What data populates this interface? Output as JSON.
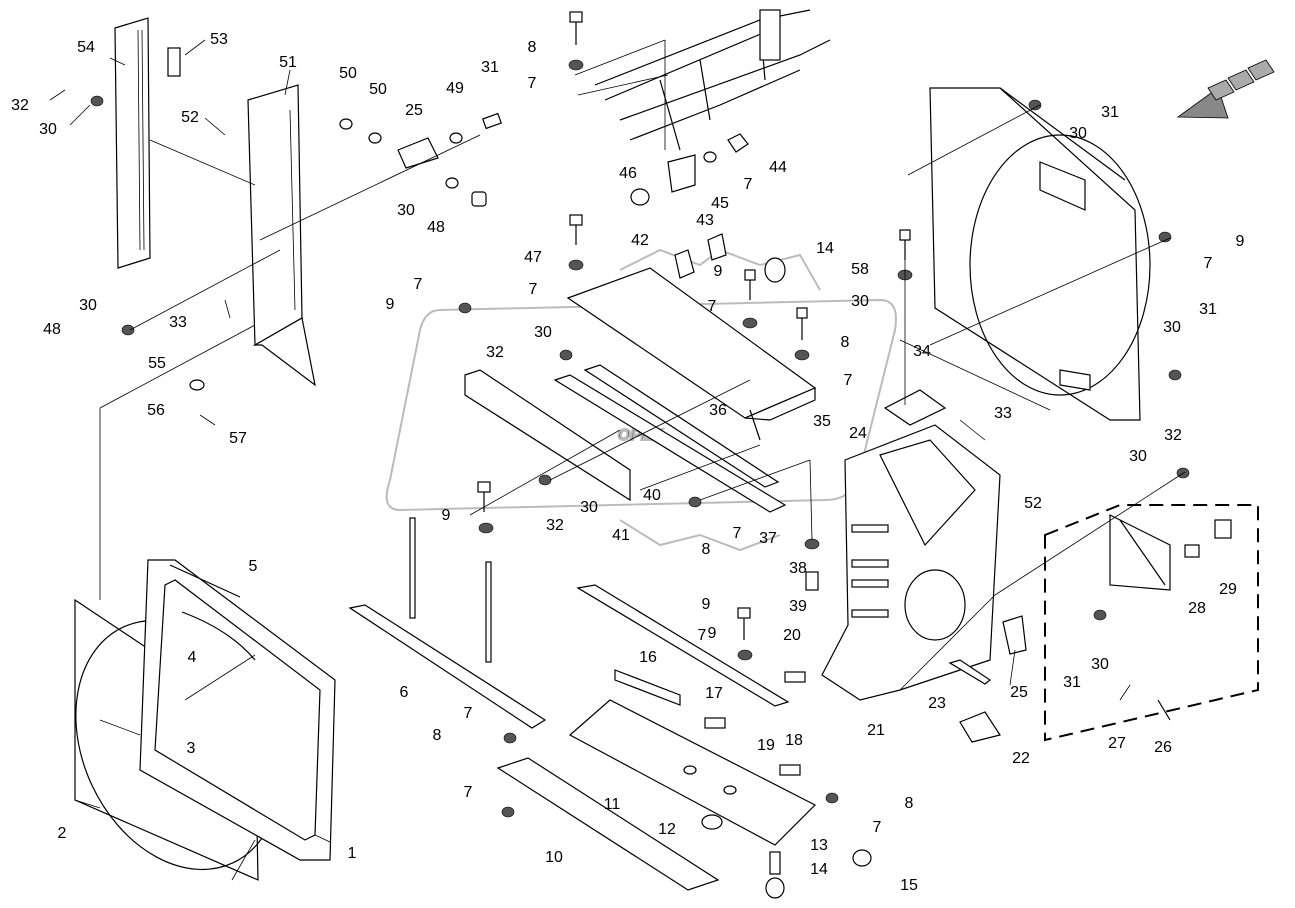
{
  "diagram": {
    "watermark": "OPEX",
    "callouts": [
      {
        "id": "c54",
        "text": "54"
      },
      {
        "id": "c53",
        "text": "53"
      },
      {
        "id": "c32a",
        "text": "32"
      },
      {
        "id": "c30a",
        "text": "30"
      },
      {
        "id": "c52a",
        "text": "52"
      },
      {
        "id": "c51",
        "text": "51"
      },
      {
        "id": "c50a",
        "text": "50"
      },
      {
        "id": "c50b",
        "text": "50"
      },
      {
        "id": "c25a",
        "text": "25"
      },
      {
        "id": "c49",
        "text": "49"
      },
      {
        "id": "c31a",
        "text": "31"
      },
      {
        "id": "c30b",
        "text": "30"
      },
      {
        "id": "c48a",
        "text": "48"
      },
      {
        "id": "c8a",
        "text": "8"
      },
      {
        "id": "c7a",
        "text": "7"
      },
      {
        "id": "c46",
        "text": "46"
      },
      {
        "id": "c45",
        "text": "45"
      },
      {
        "id": "c44",
        "text": "44"
      },
      {
        "id": "c7b",
        "text": "7"
      },
      {
        "id": "c31b",
        "text": "31"
      },
      {
        "id": "c30c",
        "text": "30"
      },
      {
        "id": "c9a",
        "text": "9"
      },
      {
        "id": "c7c",
        "text": "7"
      },
      {
        "id": "c31c",
        "text": "31"
      },
      {
        "id": "c30d",
        "text": "30"
      },
      {
        "id": "c47",
        "text": "47"
      },
      {
        "id": "c7d",
        "text": "7"
      },
      {
        "id": "c43",
        "text": "43"
      },
      {
        "id": "c42",
        "text": "42"
      },
      {
        "id": "c14a",
        "text": "14"
      },
      {
        "id": "c9b",
        "text": "9"
      },
      {
        "id": "c58",
        "text": "58"
      },
      {
        "id": "c30e",
        "text": "30"
      },
      {
        "id": "c7e",
        "text": "7"
      },
      {
        "id": "c9c",
        "text": "9"
      },
      {
        "id": "c7f",
        "text": "7"
      },
      {
        "id": "c8b",
        "text": "8"
      },
      {
        "id": "c30f",
        "text": "30"
      },
      {
        "id": "c32b",
        "text": "32"
      },
      {
        "id": "c7g",
        "text": "7"
      },
      {
        "id": "c35",
        "text": "35"
      },
      {
        "id": "c36",
        "text": "36"
      },
      {
        "id": "c34",
        "text": "34"
      },
      {
        "id": "c24",
        "text": "24"
      },
      {
        "id": "c33a",
        "text": "33"
      },
      {
        "id": "c30g",
        "text": "30"
      },
      {
        "id": "c48b",
        "text": "48"
      },
      {
        "id": "c33b",
        "text": "33"
      },
      {
        "id": "c55",
        "text": "55"
      },
      {
        "id": "c56",
        "text": "56"
      },
      {
        "id": "c57",
        "text": "57"
      },
      {
        "id": "c40",
        "text": "40"
      },
      {
        "id": "c41",
        "text": "41"
      },
      {
        "id": "c30h",
        "text": "30"
      },
      {
        "id": "c9d",
        "text": "9"
      },
      {
        "id": "c32c",
        "text": "32"
      },
      {
        "id": "c7h",
        "text": "7"
      },
      {
        "id": "c8c",
        "text": "8"
      },
      {
        "id": "c37",
        "text": "37"
      },
      {
        "id": "c32d",
        "text": "32"
      },
      {
        "id": "c30i",
        "text": "30"
      },
      {
        "id": "c52b",
        "text": "52"
      },
      {
        "id": "c38",
        "text": "38"
      },
      {
        "id": "c39",
        "text": "39"
      },
      {
        "id": "c5",
        "text": "5"
      },
      {
        "id": "c4",
        "text": "4"
      },
      {
        "id": "c3",
        "text": "3"
      },
      {
        "id": "c6",
        "text": "6"
      },
      {
        "id": "c9e",
        "text": "9"
      },
      {
        "id": "c7i",
        "text": "7"
      },
      {
        "id": "c20",
        "text": "20"
      },
      {
        "id": "c16",
        "text": "16"
      },
      {
        "id": "c17",
        "text": "17"
      },
      {
        "id": "c19",
        "text": "19"
      },
      {
        "id": "c21",
        "text": "21"
      },
      {
        "id": "c23",
        "text": "23"
      },
      {
        "id": "c25b",
        "text": "25"
      },
      {
        "id": "c29",
        "text": "29"
      },
      {
        "id": "c28",
        "text": "28"
      },
      {
        "id": "c31d",
        "text": "31"
      },
      {
        "id": "c30j",
        "text": "30"
      },
      {
        "id": "c7j",
        "text": "7"
      },
      {
        "id": "c8d",
        "text": "8"
      },
      {
        "id": "c18",
        "text": "18"
      },
      {
        "id": "c9f",
        "text": "9"
      },
      {
        "id": "c7k",
        "text": "7"
      },
      {
        "id": "c11",
        "text": "11"
      },
      {
        "id": "c8e",
        "text": "8"
      },
      {
        "id": "c7l",
        "text": "7"
      },
      {
        "id": "c12",
        "text": "12"
      },
      {
        "id": "c13",
        "text": "13"
      },
      {
        "id": "c14b",
        "text": "14"
      },
      {
        "id": "c15",
        "text": "15"
      },
      {
        "id": "c10",
        "text": "10"
      },
      {
        "id": "c2",
        "text": "2"
      },
      {
        "id": "c1",
        "text": "1"
      },
      {
        "id": "c22",
        "text": "22"
      },
      {
        "id": "c27",
        "text": "27"
      },
      {
        "id": "c26",
        "text": "26"
      }
    ]
  }
}
